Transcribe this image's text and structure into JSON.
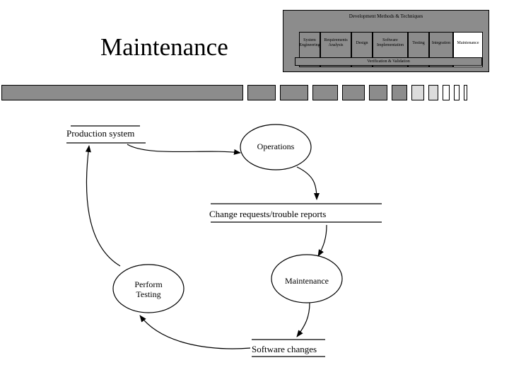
{
  "title": "Maintenance",
  "phase_panel": {
    "header": "Development Methods & Techniques",
    "phases": [
      {
        "label": "System Engineering",
        "active": false
      },
      {
        "label": "Requirements Analysis",
        "active": false
      },
      {
        "label": "Design",
        "active": false
      },
      {
        "label": "Software Implementation",
        "active": false
      },
      {
        "label": "Testing",
        "active": false
      },
      {
        "label": "Integration",
        "active": false
      },
      {
        "label": "Maintenance",
        "active": true
      }
    ],
    "footer": "Verification & Validation"
  },
  "diagram": {
    "stores": {
      "production": "Production system",
      "change_requests": "Change requests/trouble reports",
      "software_changes": "Software changes"
    },
    "processes": {
      "operations": "Operations",
      "maintenance": "Maintenance",
      "testing_line1": "Perform",
      "testing_line2": "Testing"
    }
  },
  "colors": {
    "panel_gray": "#8c8c8c",
    "light_gray": "#dcdcdc",
    "line": "#000000"
  }
}
